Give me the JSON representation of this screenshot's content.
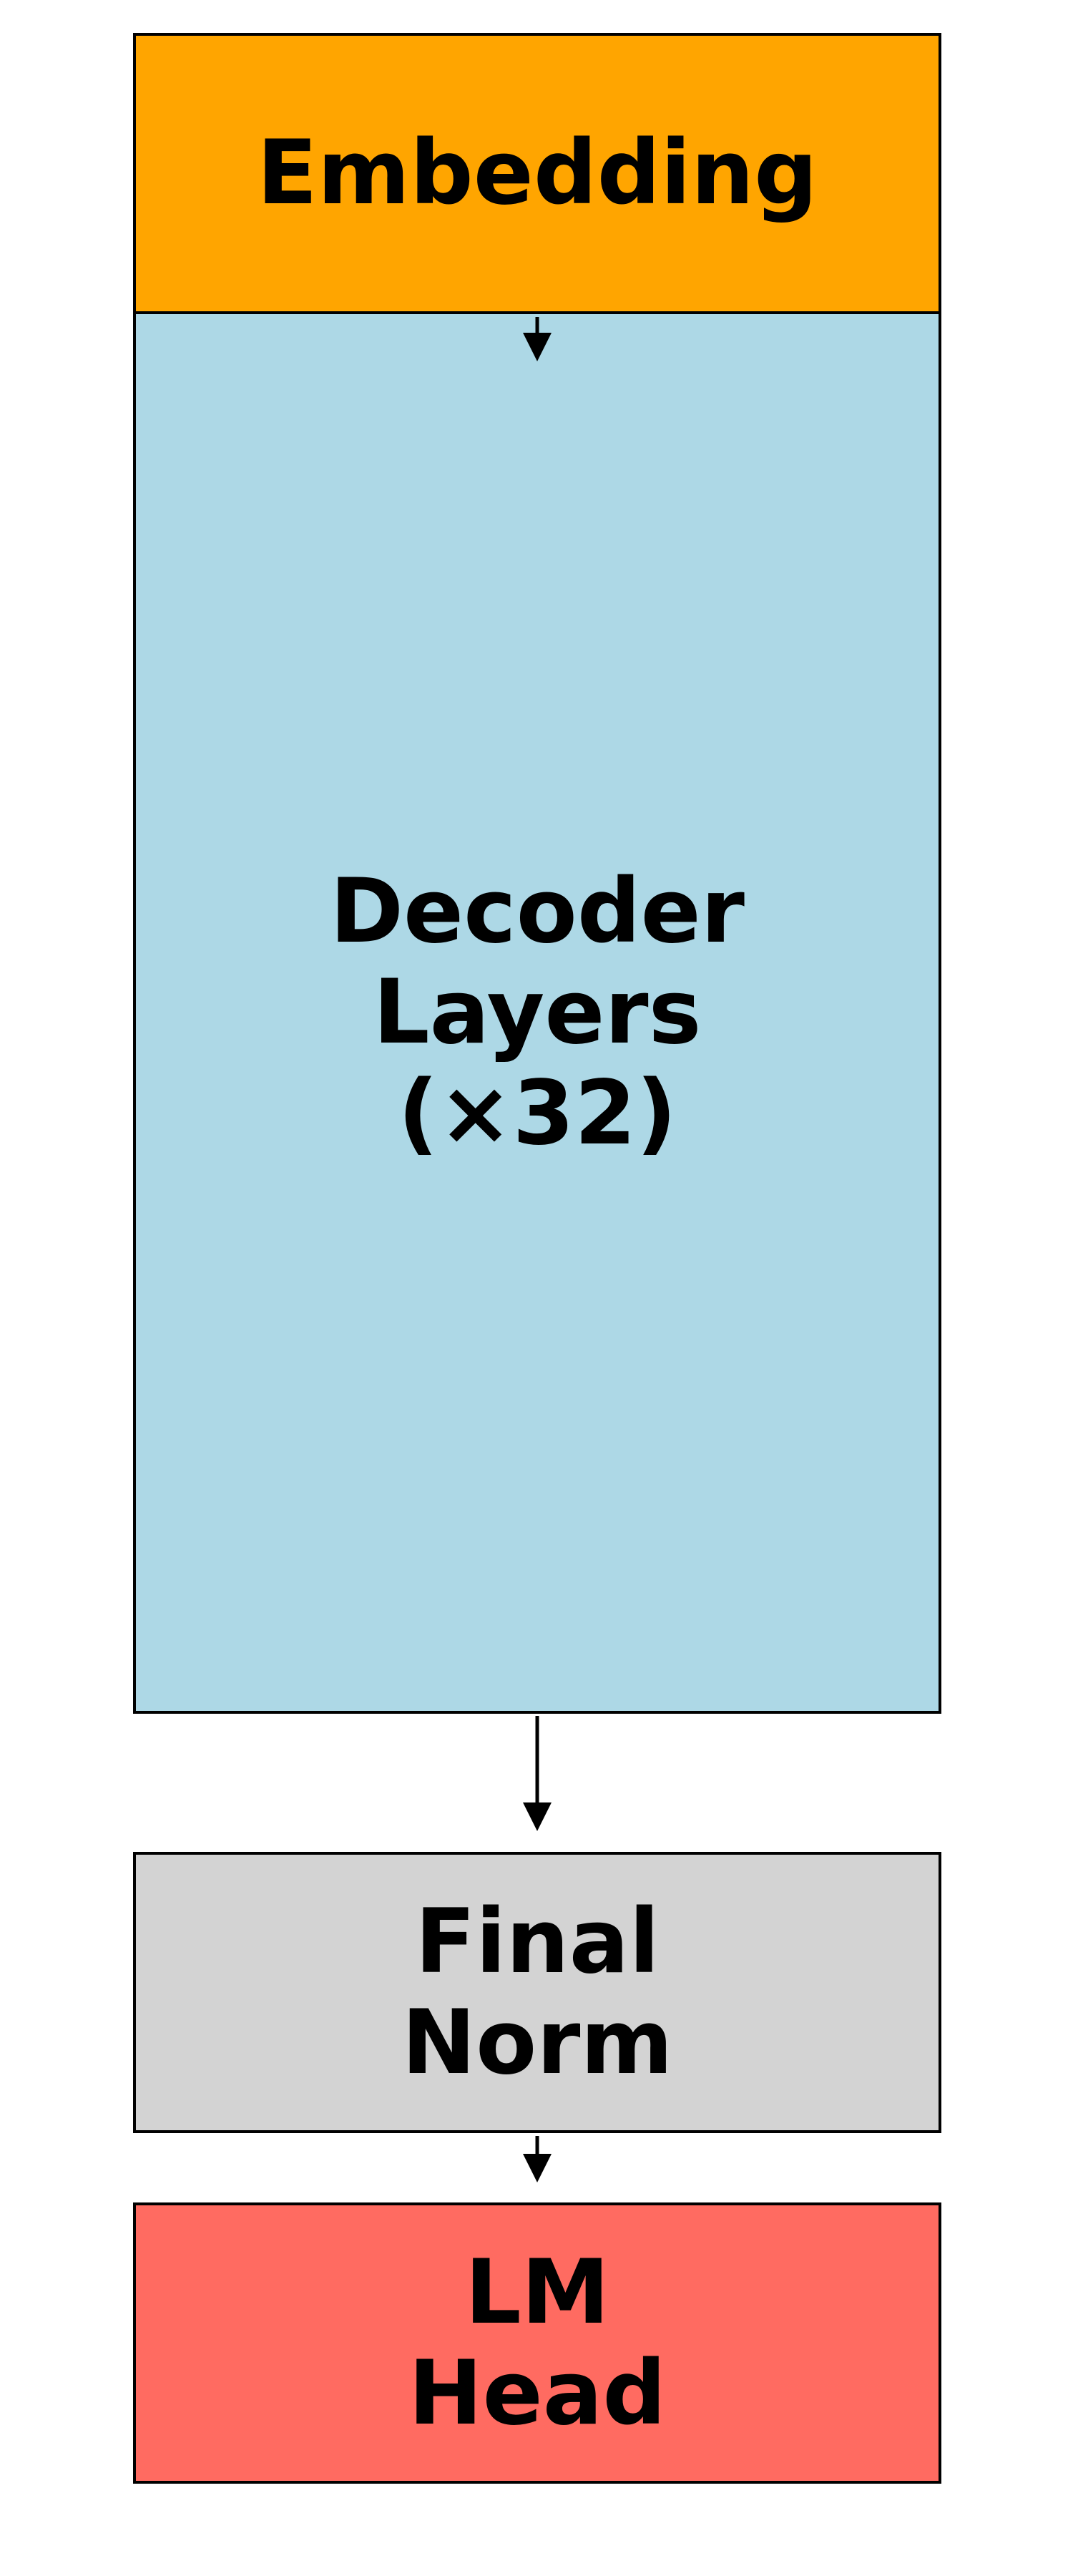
{
  "diagram": {
    "blocks": [
      {
        "id": "embedding",
        "label": "Embedding",
        "color": "#FFA500"
      },
      {
        "id": "decoder-layers",
        "label": "Decoder\nLayers\n(×32)",
        "color": "#ADD8E6"
      },
      {
        "id": "final-norm",
        "label": "Final\nNorm",
        "color": "#D3D3D3"
      },
      {
        "id": "lm-head",
        "label": "LM\nHead",
        "color": "#FF6B61"
      }
    ],
    "edges": [
      {
        "from": "embedding",
        "to": "decoder-layers"
      },
      {
        "from": "decoder-layers",
        "to": "final-norm"
      },
      {
        "from": "final-norm",
        "to": "lm-head"
      }
    ],
    "border_color": "#000000",
    "arrow_color": "#000000"
  }
}
